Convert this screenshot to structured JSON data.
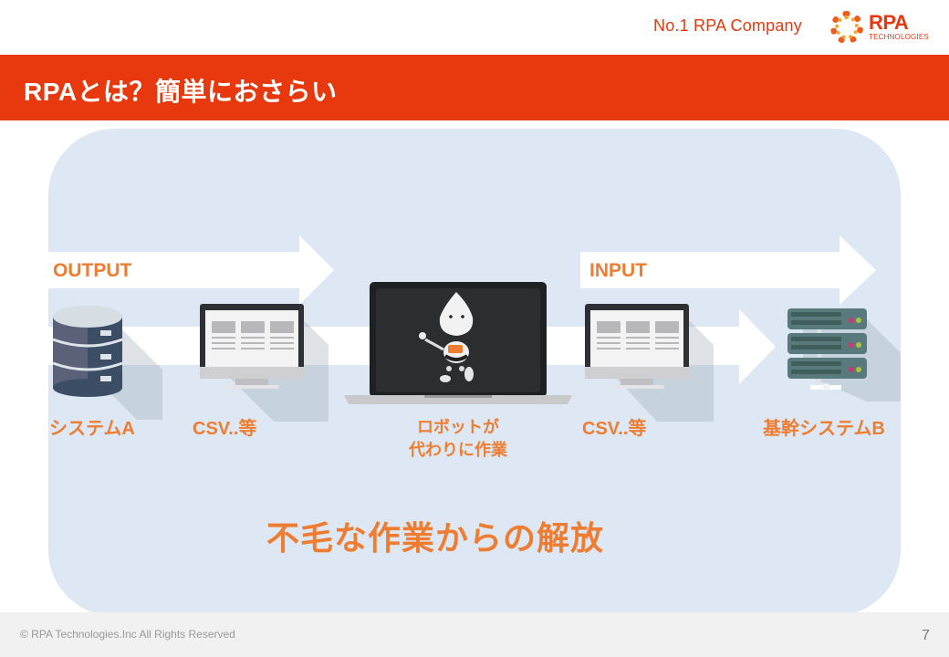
{
  "header": {
    "tagline": "No.1 RPA Company",
    "logo": {
      "main": "RPA",
      "sub": "TECHNOLOGIES",
      "icon": "sunburst-ring-logo"
    }
  },
  "title": {
    "text": "RPAとは？簡単におさらい"
  },
  "diagram": {
    "arrows": [
      {
        "label": "OUTPUT",
        "direction": "right"
      },
      {
        "label": "INPUT",
        "direction": "right"
      }
    ],
    "nodes": [
      {
        "id": "system-a",
        "icon": "database-icon",
        "label": "システムA"
      },
      {
        "id": "csv-out",
        "icon": "monitor-icon",
        "label": "CSV..等"
      },
      {
        "id": "robot",
        "icon": "laptop-robot-icon",
        "label_line1": "ロボットが",
        "label_line2": "代わりに作業"
      },
      {
        "id": "csv-in",
        "icon": "monitor-icon",
        "label": "CSV..等"
      },
      {
        "id": "system-b",
        "icon": "server-rack-icon",
        "label": "基幹システムB"
      }
    ],
    "headline": "不毛な作業からの解放"
  },
  "footer": {
    "copyright": "© RPA Technologies.Inc  All Rights Reserved",
    "page_number": "7"
  },
  "colors": {
    "brand_red": "#e8380d",
    "accent_orange": "#ee7d32",
    "panel_blue": "#dde8f4",
    "footer_gray": "#f1f1f1"
  }
}
